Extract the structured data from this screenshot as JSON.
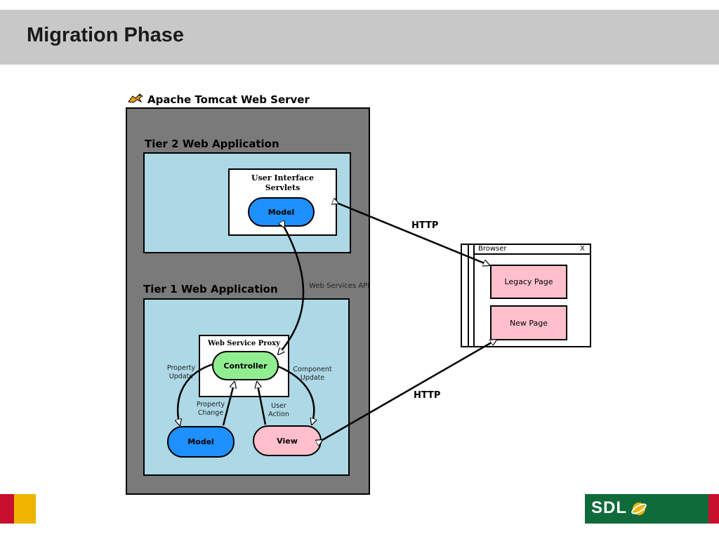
{
  "slide": {
    "title": "Migration Phase"
  },
  "server": {
    "title": "Apache Tomcat Web Server",
    "icon": "tomcat-cat-icon"
  },
  "tier2": {
    "title": "Tier 2 Web Application",
    "servlets_title_line1": "User Interface",
    "servlets_title_line2": "Servlets",
    "model_label": "Model"
  },
  "tier1": {
    "title": "Tier 1 Web Application",
    "proxy_title": "Web Service Proxy",
    "controller_label": "Controller",
    "model_label": "Model",
    "view_label": "View"
  },
  "labels": {
    "web_services_api": "Web Services API",
    "property_update_line1": "Property",
    "property_update_line2": "Update",
    "component_update_line1": "Component",
    "component_update_line2": "Update",
    "property_change_line1": "Property",
    "property_change_line2": "Change",
    "user_action_line1": "User",
    "user_action_line2": "Action",
    "http_top": "HTTP",
    "http_bottom": "HTTP"
  },
  "browser": {
    "title": "Browser",
    "close": "X",
    "legacy_page": "Legacy Page",
    "new_page": "New Page"
  },
  "logo": {
    "text": "SDL"
  },
  "colors": {
    "header_bg": "#c8c8c8",
    "server_bg": "#7a7a7a",
    "tier_bg": "#add8e6",
    "model_blue": "#1e90ff",
    "controller_green": "#90ee90",
    "view_pink": "#ffc0cb",
    "logo_green": "#0f6b3a"
  }
}
